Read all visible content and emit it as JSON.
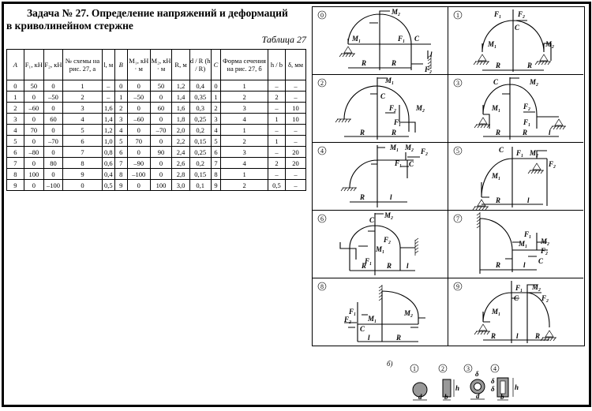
{
  "title_line1": "Задача № 27. Определение напряжений и деформаций",
  "title_line2": "в криволинейном стержне",
  "table_caption": "Таблица 27",
  "table": {
    "headers": [
      "A",
      "F₁, кН",
      "F₂, кН",
      "№ схемы на рис. 27, а",
      "l, м",
      "B",
      "M₁, кН · м",
      "M₂, кН · м",
      "R, м",
      "d / R (h / R)",
      "C",
      "Форма сечения на рис. 27, б",
      "h / b",
      "δ, мм"
    ],
    "rows": [
      [
        "0",
        "50",
        "0",
        "1",
        "–",
        "0",
        "0",
        "50",
        "1,2",
        "0,4",
        "0",
        "1",
        "–",
        "–"
      ],
      [
        "1",
        "0",
        "–50",
        "2",
        "–",
        "1",
        "–50",
        "0",
        "1,4",
        "0,35",
        "1",
        "2",
        "2",
        "–"
      ],
      [
        "2",
        "–60",
        "0",
        "3",
        "1,6",
        "2",
        "0",
        "60",
        "1,6",
        "0,3",
        "2",
        "3",
        "–",
        "10"
      ],
      [
        "3",
        "0",
        "60",
        "4",
        "1,4",
        "3",
        "–60",
        "0",
        "1,8",
        "0,25",
        "3",
        "4",
        "1",
        "10"
      ],
      [
        "4",
        "70",
        "0",
        "5",
        "1,2",
        "4",
        "0",
        "–70",
        "2,0",
        "0,2",
        "4",
        "1",
        "–",
        "–"
      ],
      [
        "5",
        "0",
        "–70",
        "6",
        "1,0",
        "5",
        "70",
        "0",
        "2,2",
        "0,15",
        "5",
        "2",
        "1",
        "–"
      ],
      [
        "6",
        "–80",
        "0",
        "7",
        "0,8",
        "6",
        "0",
        "90",
        "2,4",
        "0,25",
        "6",
        "3",
        "–",
        "20"
      ],
      [
        "7",
        "0",
        "80",
        "8",
        "0,6",
        "7",
        "–90",
        "0",
        "2,6",
        "0,2",
        "7",
        "4",
        "2",
        "20"
      ],
      [
        "8",
        "100",
        "0",
        "9",
        "0,4",
        "8",
        "–100",
        "0",
        "2,8",
        "0,15",
        "8",
        "1",
        "–",
        "–"
      ],
      [
        "9",
        "0",
        "–100",
        "0",
        "0,5",
        "9",
        "0",
        "100",
        "3,0",
        "0,1",
        "9",
        "2",
        "0,5",
        "–"
      ]
    ]
  },
  "figures": {
    "panels": [
      {
        "number": "0",
        "labels": [
          "M₂",
          "M₁",
          "F₁",
          "C",
          "R",
          "R",
          "l",
          "F₂"
        ]
      },
      {
        "number": "1",
        "labels": [
          "F₁",
          "F₂",
          "C",
          "M₁",
          "M₂",
          "R",
          "R"
        ]
      },
      {
        "number": "2",
        "labels": [
          "M₁",
          "C",
          "F₂",
          "M₂",
          "F₁",
          "R",
          "R"
        ]
      },
      {
        "number": "3",
        "labels": [
          "C",
          "M₂",
          "M₁",
          "F₂",
          "F₁",
          "R",
          "R",
          "l"
        ]
      },
      {
        "number": "4",
        "labels": [
          "M₁",
          "M₂",
          "F₂",
          "F₁",
          "C",
          "R",
          "l"
        ]
      },
      {
        "number": "5",
        "labels": [
          "C",
          "F₁",
          "M₂",
          "F₂",
          "M₁",
          "R",
          "l"
        ]
      },
      {
        "number": "6",
        "labels": [
          "C",
          "M₂",
          "F₂",
          "M₁",
          "F₁",
          "R",
          "R",
          "l"
        ]
      },
      {
        "number": "7",
        "labels": [
          "F₁",
          "M₁",
          "M₂",
          "F₂",
          "C",
          "R",
          "l"
        ]
      },
      {
        "number": "8",
        "labels": [
          "F₁",
          "F₂",
          "M₁",
          "C",
          "M₂",
          "l",
          "R"
        ]
      },
      {
        "number": "9",
        "labels": [
          "F₁",
          "M₂",
          "F₂",
          "C",
          "M₁",
          "R",
          "l",
          "R"
        ]
      }
    ],
    "sections_label": "б)",
    "sections": [
      {
        "number": "1",
        "dims": [
          "d"
        ]
      },
      {
        "number": "2",
        "dims": [
          "h",
          "b"
        ]
      },
      {
        "number": "3",
        "dims": [
          "δ",
          "d"
        ]
      },
      {
        "number": "4",
        "dims": [
          "δ",
          "δ",
          "h",
          "b"
        ]
      }
    ]
  }
}
